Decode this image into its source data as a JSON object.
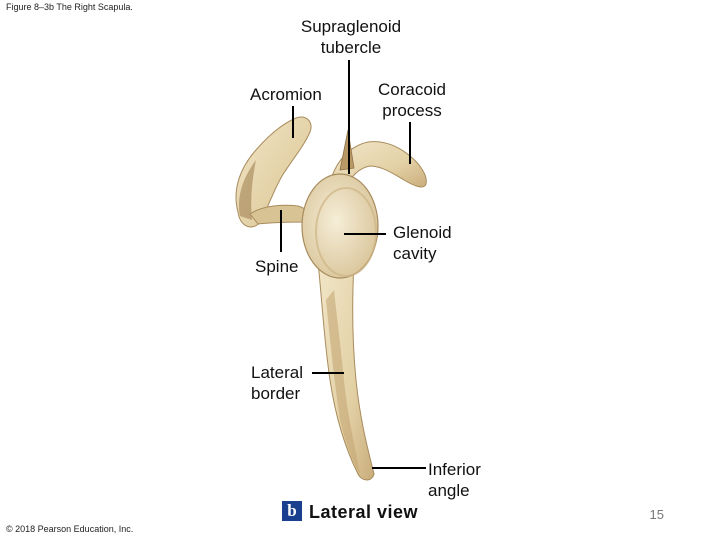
{
  "figure_title": "Figure 8–3b The Right Scapula.",
  "labels": {
    "supraglenoid": [
      "Supraglenoid",
      "tubercle"
    ],
    "acromion": "Acromion",
    "coracoid": [
      "Coracoid",
      "process"
    ],
    "glenoid": [
      "Glenoid",
      "cavity"
    ],
    "spine": "Spine",
    "lateral_border": [
      "Lateral",
      "border"
    ],
    "inferior_angle": [
      "Inferior",
      "angle"
    ]
  },
  "view": {
    "badge": "b",
    "label": "Lateral view"
  },
  "copyright": "© 2018 Pearson Education, Inc.",
  "page_number": "15",
  "colors": {
    "bone": "#e6d6b0",
    "bone_shadow": "#b89c6e",
    "badge": "#1b3f8f"
  }
}
